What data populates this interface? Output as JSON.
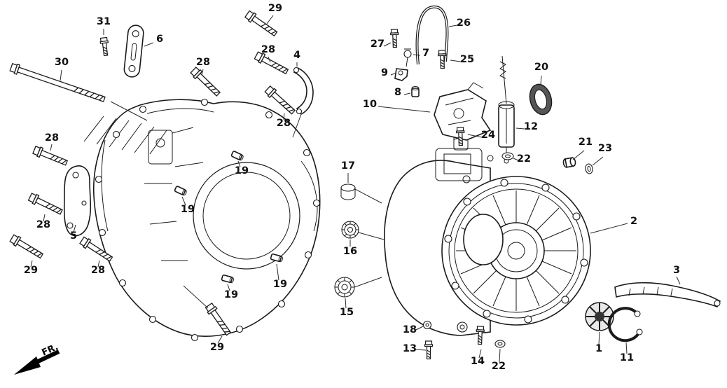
{
  "diagram": {
    "type": "exploded-parts-diagram",
    "direction_label": "FR.",
    "line_color": "#1a1a1a",
    "background_color": "#ffffff",
    "callouts": [
      "29",
      "31",
      "6",
      "28",
      "4",
      "27",
      "7",
      "26",
      "25",
      "9",
      "8",
      "10",
      "20",
      "30",
      "28",
      "28",
      "12",
      "24",
      "21",
      "23",
      "28",
      "22",
      "17",
      "19",
      "19",
      "28",
      "5",
      "2",
      "16",
      "29",
      "28",
      "3",
      "19",
      "19",
      "15",
      "18",
      "13",
      "29",
      "14",
      "22",
      "1",
      "11"
    ]
  }
}
